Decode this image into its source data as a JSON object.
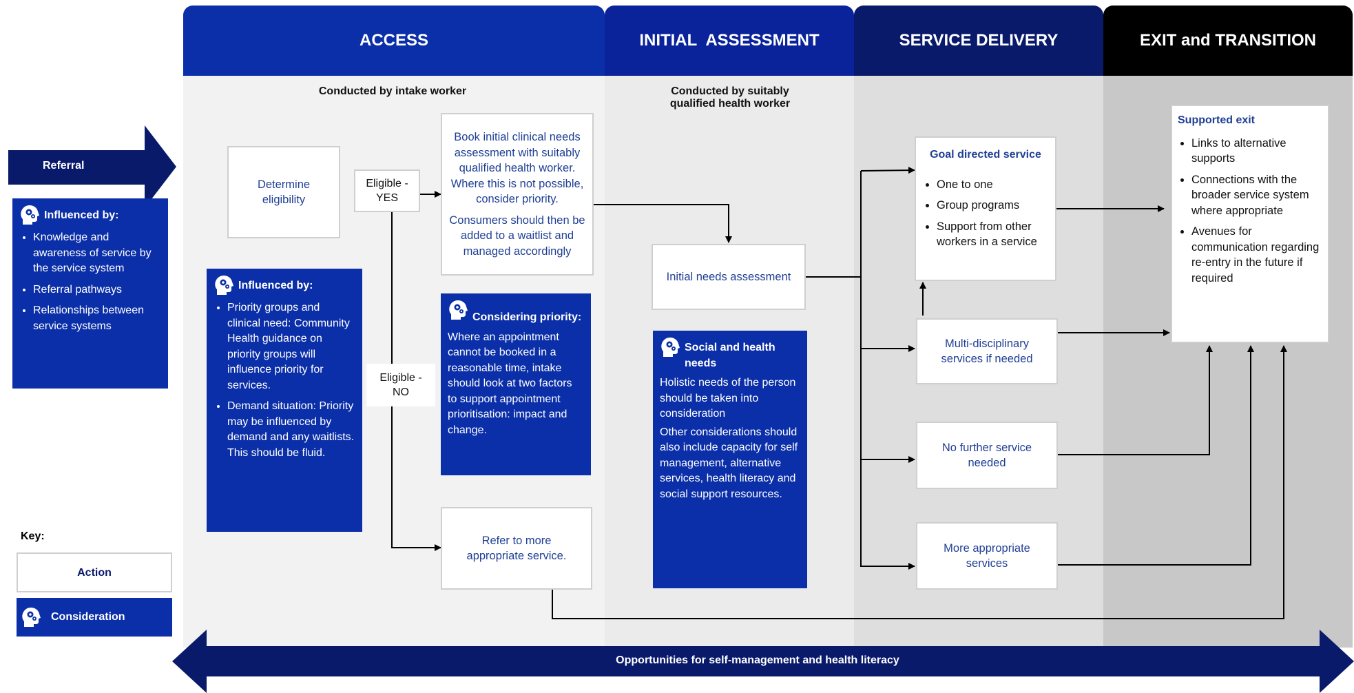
{
  "headers": {
    "access": "ACCESS",
    "initial_assessment": "INITIAL  ASSESSMENT",
    "service_delivery": "SERVICE DELIVERY",
    "exit": "EXIT and TRANSITION"
  },
  "colors": {
    "access": "#0b2fa8",
    "initial_assessment": "#0a239b",
    "service_delivery": "#0a1a6b",
    "exit": "#000000",
    "consideration": "#0b2fa8",
    "action_text": "#1f3f95",
    "arrow": "#0a1a6b"
  },
  "sublabels": {
    "intake": "Conducted by intake worker",
    "qualified_line1": "Conducted by suitably",
    "qualified_line2": "qualified health worker"
  },
  "referral": {
    "label": "Referral",
    "influence_title": "Influenced by:",
    "items": [
      "Knowledge and awareness of service by the service system",
      "Referral pathways",
      "Relationships between service systems"
    ]
  },
  "access": {
    "determine": "Determine eligibility",
    "eligible_yes": "Eligible - YES",
    "eligible_no": "Eligible - NO",
    "book_p1": "Book initial clinical needs assessment with suitably qualified health worker. Where this is not possible, consider priority.",
    "book_p2": "Consumers should then be added to a waitlist and managed accordingly",
    "influence_title": "Influenced by:",
    "influence_items": [
      "Priority groups and clinical need: Community Health guidance on priority groups will influence priority for services.",
      "Demand situation: Priority may be influenced by demand and any waitlists. This should be fluid."
    ],
    "priority_title": "Considering priority:",
    "priority_text": "Where an appointment cannot be booked in a reasonable time, intake should look at two factors to support appointment prioritisation: impact and change.",
    "refer": "Refer to more appropriate service."
  },
  "assessment": {
    "initial_needs": "Initial needs assessment",
    "social_title": "Social and health needs",
    "social_p1": "Holistic needs of the person should be taken into consideration",
    "social_p2": "Other considerations should also include capacity for self management, alternative services, health literacy and social support resources."
  },
  "delivery": {
    "goal_title": "Goal directed service",
    "goal_items": [
      "One to one",
      "Group programs",
      "Support from other workers in a service"
    ],
    "multi": "Multi-disciplinary services if needed",
    "no_further": "No further service needed",
    "more_appropriate": "More appropriate services"
  },
  "exit": {
    "title": "Supported exit",
    "items": [
      "Links to alternative supports",
      "Connections with the broader service system where appropriate",
      "Avenues for communication regarding re-entry in the future if required"
    ]
  },
  "key": {
    "title": "Key:",
    "action": "Action",
    "consideration": "Consideration"
  },
  "bottom_arrow": "Opportunities for self-management and health literacy"
}
